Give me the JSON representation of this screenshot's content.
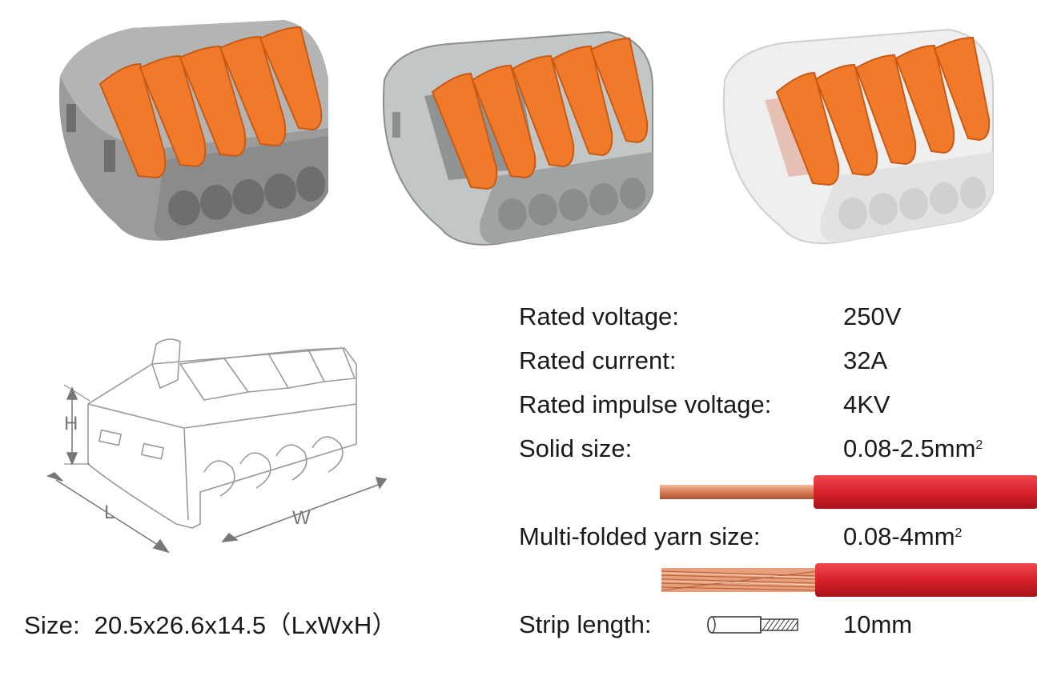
{
  "products": [
    {
      "name": "grey-connector",
      "body_color": "#9a9a9a",
      "lever_color": "#f07a2a"
    },
    {
      "name": "transparent-connector",
      "body_color": "#c9cccc",
      "lever_color": "#f07a2a"
    },
    {
      "name": "clear-connector",
      "body_color": "#eeeeee",
      "lever_color": "#f07a2a"
    }
  ],
  "diagram": {
    "H": "H",
    "L": "L",
    "W": "W"
  },
  "size": {
    "label": "Size:",
    "value": "20.5x26.6x14.5",
    "units": "（LxWxH）"
  },
  "specs": {
    "rated_voltage": {
      "label": "Rated voltage:",
      "value": "250V"
    },
    "rated_current": {
      "label": "Rated current:",
      "value": "32A"
    },
    "impulse_voltage": {
      "label": "Rated impulse voltage:",
      "value": "4KV"
    },
    "solid_size": {
      "label": "Solid size:",
      "value": "0.08-2.5mm",
      "unit_sup": "2"
    },
    "yarn_size": {
      "label": "Multi-folded yarn size:",
      "value": "0.08-4mm",
      "unit_sup": "2"
    },
    "strip_length": {
      "label": "Strip length:",
      "value": "10mm"
    }
  },
  "colors": {
    "wire_red": "#e0242c",
    "copper": "#d9825a",
    "orange": "#f07a2a"
  }
}
